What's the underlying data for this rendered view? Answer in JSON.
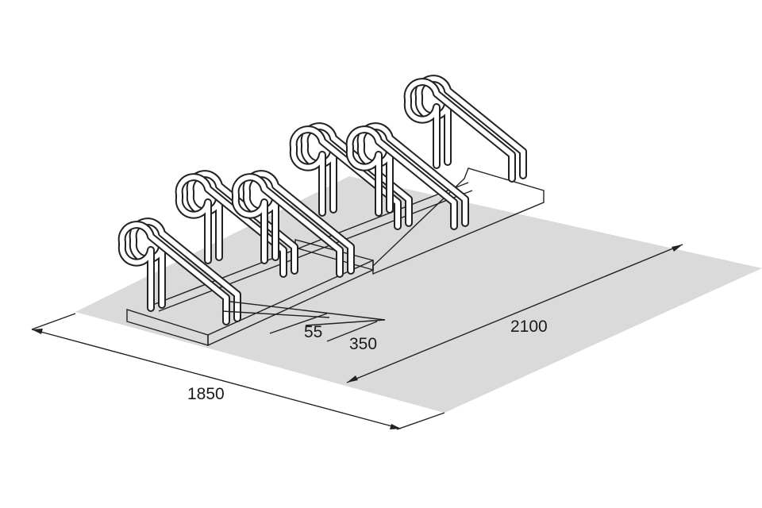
{
  "dimensions": {
    "width": "1850",
    "depth": "2100",
    "tube_spacing": "55",
    "bike_spacing": "350"
  },
  "colors": {
    "floor": "#dadada",
    "line": "#222222"
  },
  "rack": {
    "hoop_count": 6
  }
}
